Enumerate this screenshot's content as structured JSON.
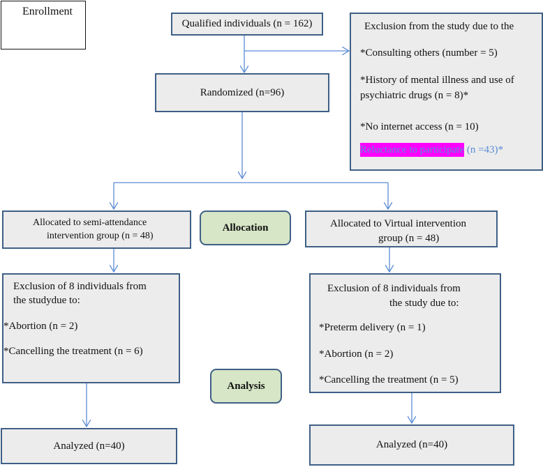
{
  "enrollment_label": "Enrollment",
  "qualified": "Qualified individuals (n = 162)",
  "exclusion": {
    "title": "Exclusion from the study due to the",
    "item1": "*Consulting others (number = 5)",
    "item2_line1": "*History of mental illness and use of",
    "item2_line2": "psychiatric drugs (n = 8)*",
    "item3": "*No internet access (n = 10)",
    "item4_highlight": "Reluctance to participate",
    "item4_rest": " (n =43)*"
  },
  "randomized": "Randomized (n=96)",
  "allocation_label": "Allocation",
  "analysis_label": "Analysis",
  "left": {
    "allocated_line1": "Allocated to semi-attendance",
    "allocated_line2": "intervention group (n = 48)",
    "excl_line1": "Exclusion of 8 individuals from",
    "excl_line2": "the studydue to:",
    "reason1": "*Abortion (n = 2)",
    "reason2": "*Cancelling the treatment (n = 6)",
    "analyzed": "Analyzed (n=40)"
  },
  "right": {
    "allocated_line1": "Allocated to Virtual intervention",
    "allocated_line2": "group (n = 48)",
    "excl_line1": "Exclusion of 8 individuals from",
    "excl_line2": "the study due to:",
    "reason1": "*Preterm delivery (n = 1)",
    "reason2": "*Abortion (n = 2)",
    "reason3": "*Cancelling the treatment (n = 5)",
    "analyzed": "Analyzed (n=40)"
  },
  "colors": {
    "box_fill": "#ececec",
    "box_border": "#3e5f86",
    "pill_fill": "#d6e6c6",
    "arrow": "#5b8bd6",
    "highlight": "#ff00ff"
  }
}
